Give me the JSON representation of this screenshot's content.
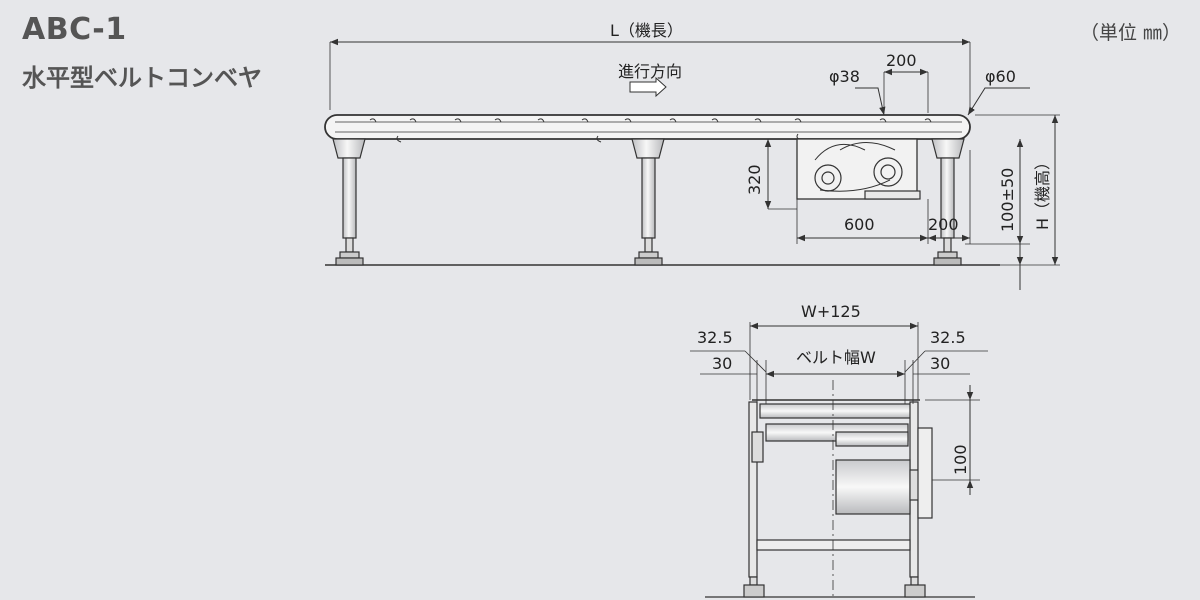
{
  "header": {
    "model": "ABC-1",
    "subtitle": "水平型ベルトコンベヤ",
    "unit": "（単位 ㎜）"
  },
  "side_view": {
    "length_label": "L（機長）",
    "direction_label": "進行方向",
    "roller_small": "φ38",
    "roller_large": "φ60",
    "dim_200_top": "200",
    "dim_320": "320",
    "dim_600": "600",
    "dim_200_bottom": "200",
    "dim_100_50": "100±50",
    "height_label": "H（機高）"
  },
  "front_view": {
    "width_label": "W+125",
    "dim_32_5_left": "32.5",
    "dim_32_5_right": "32.5",
    "dim_30_left": "30",
    "dim_30_right": "30",
    "belt_width_label": "ベルト幅W",
    "dim_100": "100"
  },
  "colors": {
    "line": "#333333",
    "part_fill": "#f4f4f4",
    "part_shade": "#cfcfd2"
  }
}
